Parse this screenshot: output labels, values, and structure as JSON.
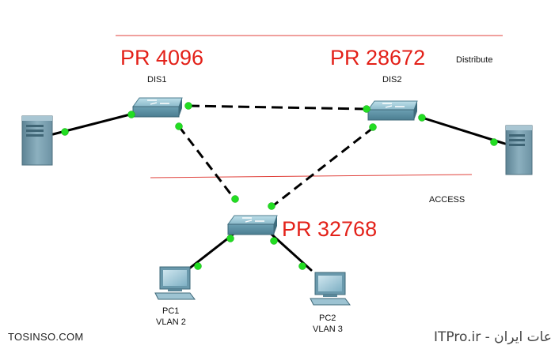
{
  "layers": {
    "distribute": "Distribute",
    "access": "ACCESS"
  },
  "switches": {
    "dis1": {
      "name": "DIS1",
      "priority": "PR 4096"
    },
    "dis2": {
      "name": "DIS2",
      "priority": "PR 28672"
    },
    "access": {
      "name": "",
      "priority": "PR 32768"
    }
  },
  "pcs": {
    "pc1": {
      "name": "PC1",
      "vlan": "VLAN 2"
    },
    "pc2": {
      "name": "PC2",
      "vlan": "VLAN 3"
    }
  },
  "footer": {
    "left": "TOSINSO.COM",
    "right": "وب سایت تخصصی فناوری اطلاعات ایران - ITPro.ir"
  },
  "colors": {
    "divider": "#e0413b",
    "priority_text": "#e32119",
    "link_dot": "#22dd22",
    "switch": "#5f97ac",
    "server": "#7b9fb0"
  }
}
